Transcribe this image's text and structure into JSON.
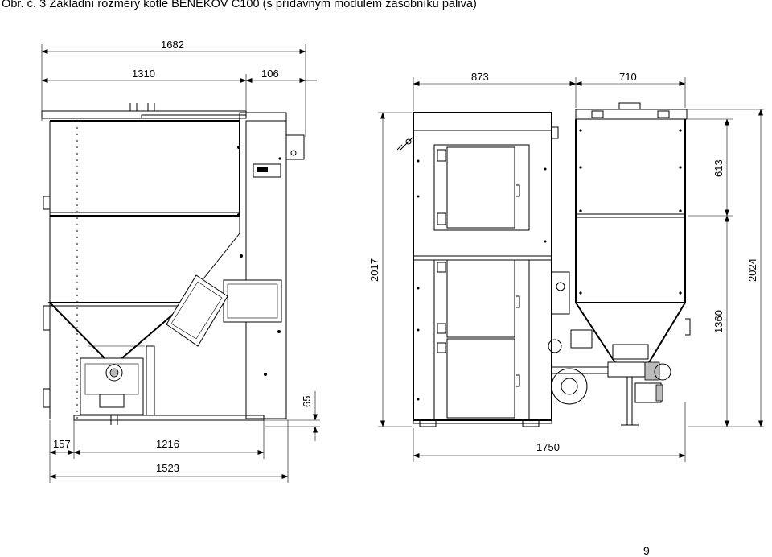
{
  "caption": "Obr. č. 3 Základní rozměry kotle BENEKOV C100  (s přídavným modulem zásobníku paliva)",
  "page_number": "9",
  "dimensions": {
    "d1682": "1682",
    "d1310": "1310",
    "d106": "106",
    "d873": "873",
    "d710": "710",
    "d2017": "2017",
    "d613": "613",
    "d2024": "2024",
    "d1360": "1360",
    "d65": "65",
    "d157": "157",
    "d1216": "1216",
    "d1523": "1523",
    "d1750": "1750"
  }
}
